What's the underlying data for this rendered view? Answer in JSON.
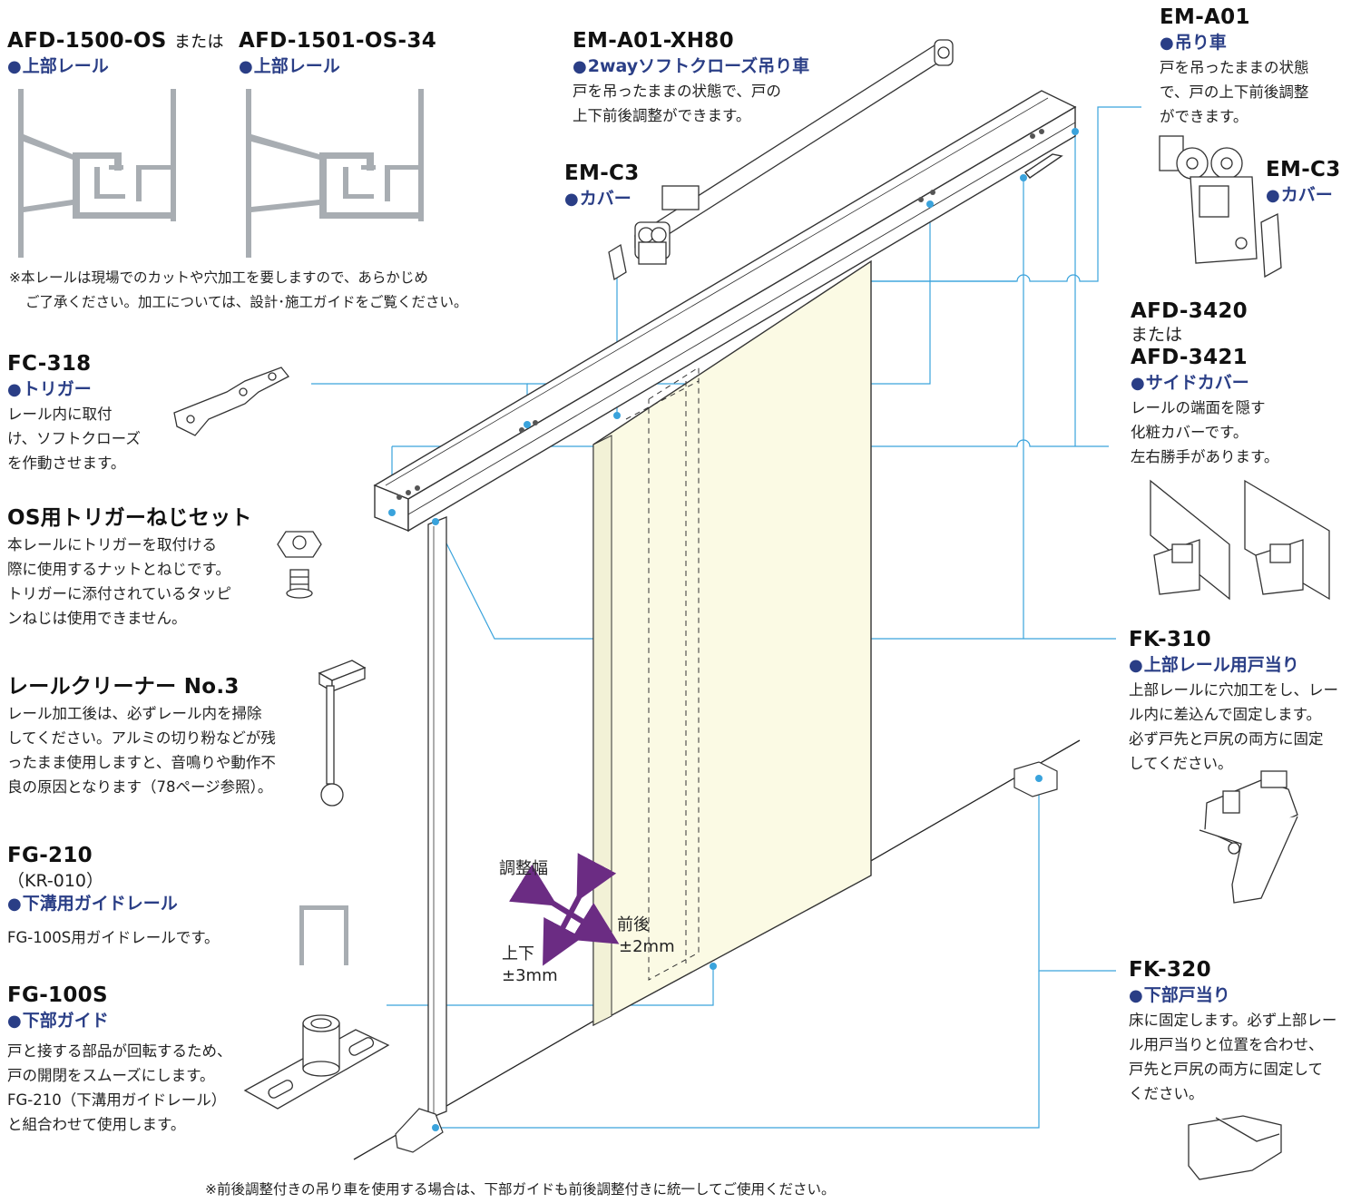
{
  "parts": {
    "rail1": {
      "code": "AFD-1500-OS",
      "joiner": "または",
      "name": "上部レール"
    },
    "rail2": {
      "code": "AFD-1501-OS-34",
      "name": "上部レール"
    },
    "rail_note": [
      "※本レールは現場でのカットや穴加工を要しますので、あらかじめ",
      "ご了承ください。加工については、設計･施工ガイドをご覧ください。"
    ],
    "em_xh80": {
      "code": "EM-A01-XH80",
      "name": "2wayソフトクローズ吊り車",
      "desc": [
        "戸を吊ったままの状態で、戸の",
        "上下前後調整ができます。"
      ]
    },
    "em_c3_left": {
      "code": "EM-C3",
      "name": "カバー"
    },
    "em_a01": {
      "code": "EM-A01",
      "name": "吊り車",
      "desc": [
        "戸を吊ったままの状態",
        "で、戸の上下前後調整",
        "ができます。"
      ]
    },
    "em_c3_right": {
      "code": "EM-C3",
      "name": "カバー"
    },
    "fc318": {
      "code": "FC-318",
      "name": "トリガー",
      "desc": [
        "レール内に取付",
        "け、ソフトクローズ",
        "を作動させます。"
      ]
    },
    "os_set": {
      "code": "OS用トリガーねじセット",
      "desc": [
        "本レールにトリガーを取付ける",
        "際に使用するナットとねじです。",
        "トリガーに添付されているタッピ",
        "ンねじは使用できません。"
      ]
    },
    "cleaner": {
      "code": "レールクリーナー No.3",
      "desc": [
        "レール加工後は、必ずレール内を掃除",
        "してください。アルミの切り粉などが残",
        "ったまま使用しますと、音鳴りや動作不",
        "良の原因となります（78ページ参照）。"
      ]
    },
    "fg210": {
      "code": "FG-210",
      "alt": "（KR-010）",
      "name": "下溝用ガイドレール",
      "desc": [
        "FG-100S用ガイドレールです。"
      ]
    },
    "fg100s": {
      "code": "FG-100S",
      "name": "下部ガイド",
      "desc": [
        "戸と接する部品が回転するため、",
        "戸の開閉をスムーズにします。",
        "FG-210（下溝用ガイドレール）",
        "と組合わせて使用します。"
      ]
    },
    "afd3420": {
      "code1": "AFD-3420",
      "joiner": "または",
      "code2": "AFD-3421",
      "name": "サイドカバー",
      "desc": [
        "レールの端面を隠す",
        "化粧カバーです。",
        "左右勝手があります。"
      ]
    },
    "fk310": {
      "code": "FK-310",
      "name": "上部レール用戸当り",
      "desc": [
        "上部レールに穴加工をし、レー",
        "ル内に差込んで固定します。",
        "必ず戸先と戸尻の両方に固定",
        "してください。"
      ]
    },
    "fk320": {
      "code": "FK-320",
      "name": "下部戸当り",
      "desc": [
        "床に固定します。必ず上部レー",
        "ル用戸当りと位置を合わせ、",
        "戸先と戸尻の両方に固定して",
        "ください。"
      ]
    }
  },
  "adjust": {
    "title": "調整幅",
    "fb": "前後",
    "fb_val": "±2mm",
    "ud": "上下",
    "ud_val": "±3mm"
  },
  "footer_note": "※前後調整付きの吊り車を使用する場合は、下部ガイドも前後調整付きに統一してご使用ください。",
  "colors": {
    "accent": "#2a3e86",
    "leader": "#3aa3dc",
    "door": "#fbfae4",
    "arrow": "#6b2c83",
    "rail_section": "#a8adb2"
  }
}
